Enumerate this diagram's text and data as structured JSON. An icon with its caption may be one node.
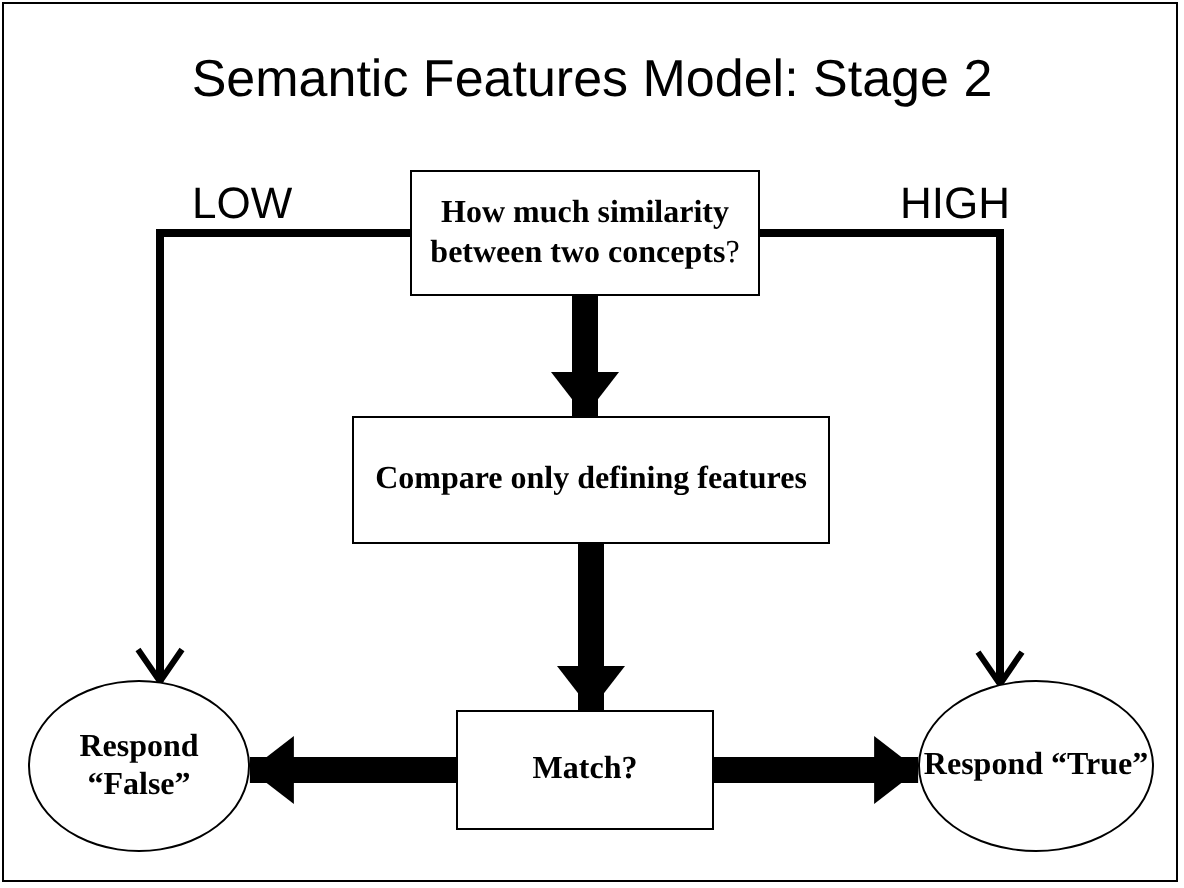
{
  "diagram": {
    "title": "Semantic Features Model: Stage 2",
    "nodes": [
      {
        "text": [
          "**How much similarity between two concepts**?"
        ]
      },
      {
        "text": [
          "Compare only defining features"
        ]
      },
      {
        "text": [
          "Respond “False”"
        ]
      },
      {
        "text": [
          "Match?"
        ]
      },
      {
        "text": [
          "Respond “True”"
        ]
      }
    ],
    "edges": [
      {
        "from": 0,
        "to": 1,
        "arrow": "to"
      },
      {
        "from": 1,
        "to": 3,
        "arrow": "to"
      },
      {
        "from": 3,
        "to": 2,
        "arrow": "to"
      },
      {
        "from": 3,
        "to": 4,
        "arrow": "to"
      },
      {
        "from": 0,
        "to": 2,
        "arrow": "to",
        "label": "LOW"
      },
      {
        "from": 0,
        "to": 4,
        "arrow": "to",
        "label": "HIGH"
      }
    ]
  }
}
